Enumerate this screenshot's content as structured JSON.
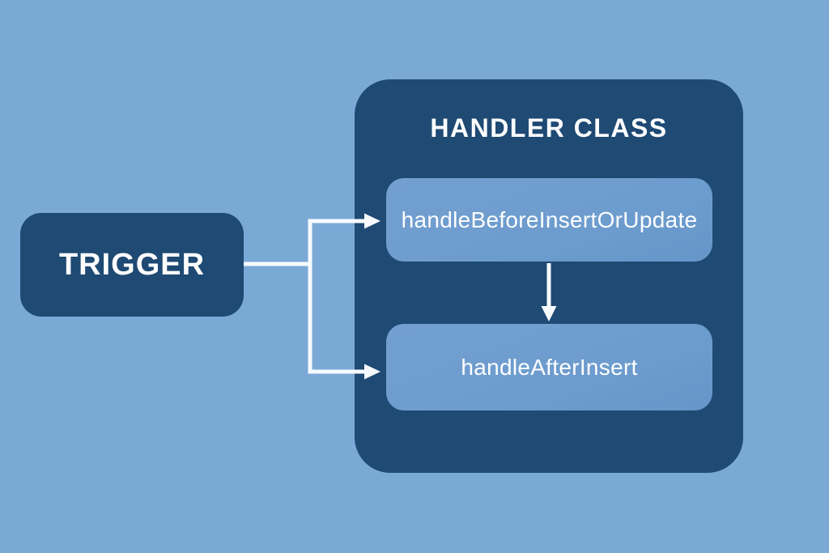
{
  "colors": {
    "background": "#7ba9d6",
    "panel": "#1e4a74",
    "method_box": "#6d9cce",
    "text": "#ffffff",
    "connector": "#f7fafd"
  },
  "trigger": {
    "label": "TRIGGER"
  },
  "handler_class": {
    "title": "HANDLER CLASS",
    "methods": [
      {
        "label": "handleBeforeInsertOrUpdate"
      },
      {
        "label": "handleAfterInsert"
      }
    ]
  },
  "connections": [
    {
      "from": "trigger",
      "to": "handleBeforeInsertOrUpdate"
    },
    {
      "from": "trigger",
      "to": "handleAfterInsert"
    },
    {
      "from": "handleBeforeInsertOrUpdate",
      "to": "handleAfterInsert"
    }
  ]
}
